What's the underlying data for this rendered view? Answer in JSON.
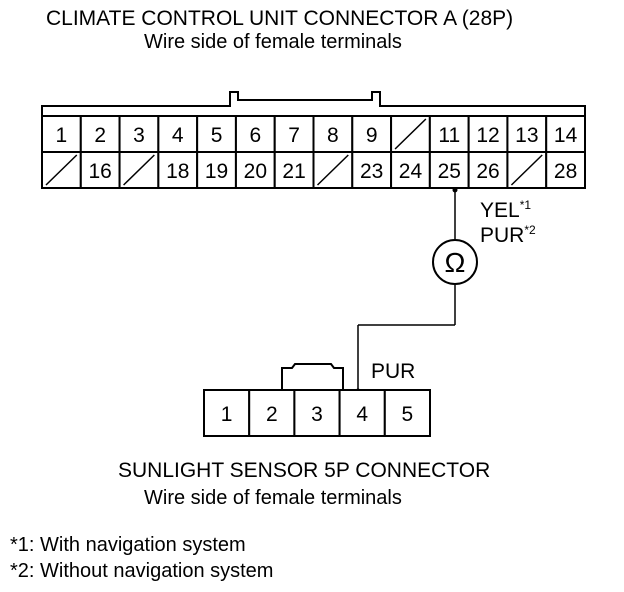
{
  "connector_a": {
    "title": "CLIMATE CONTROL UNIT CONNECTOR A (28P)",
    "subtitle": "Wire side of female terminals",
    "row1": [
      "1",
      "2",
      "3",
      "4",
      "5",
      "6",
      "7",
      "8",
      "9",
      "",
      "11",
      "12",
      "13",
      "14"
    ],
    "row2": [
      "",
      "16",
      "",
      "18",
      "19",
      "20",
      "21",
      "",
      "23",
      "24",
      "25",
      "26",
      "",
      "28"
    ]
  },
  "connector_s": {
    "title": "SUNLIGHT SENSOR 5P CONNECTOR",
    "subtitle": "Wire side of female terminals",
    "pins": [
      "1",
      "2",
      "3",
      "4",
      "5"
    ]
  },
  "wire": {
    "label_1": "YEL",
    "sup_1": "*1",
    "label_2": "PUR",
    "sup_2": "*2",
    "label_sensor": "PUR"
  },
  "meter_symbol": "Ω",
  "notes": [
    "*1: With navigation system",
    "*2: Without navigation system"
  ]
}
